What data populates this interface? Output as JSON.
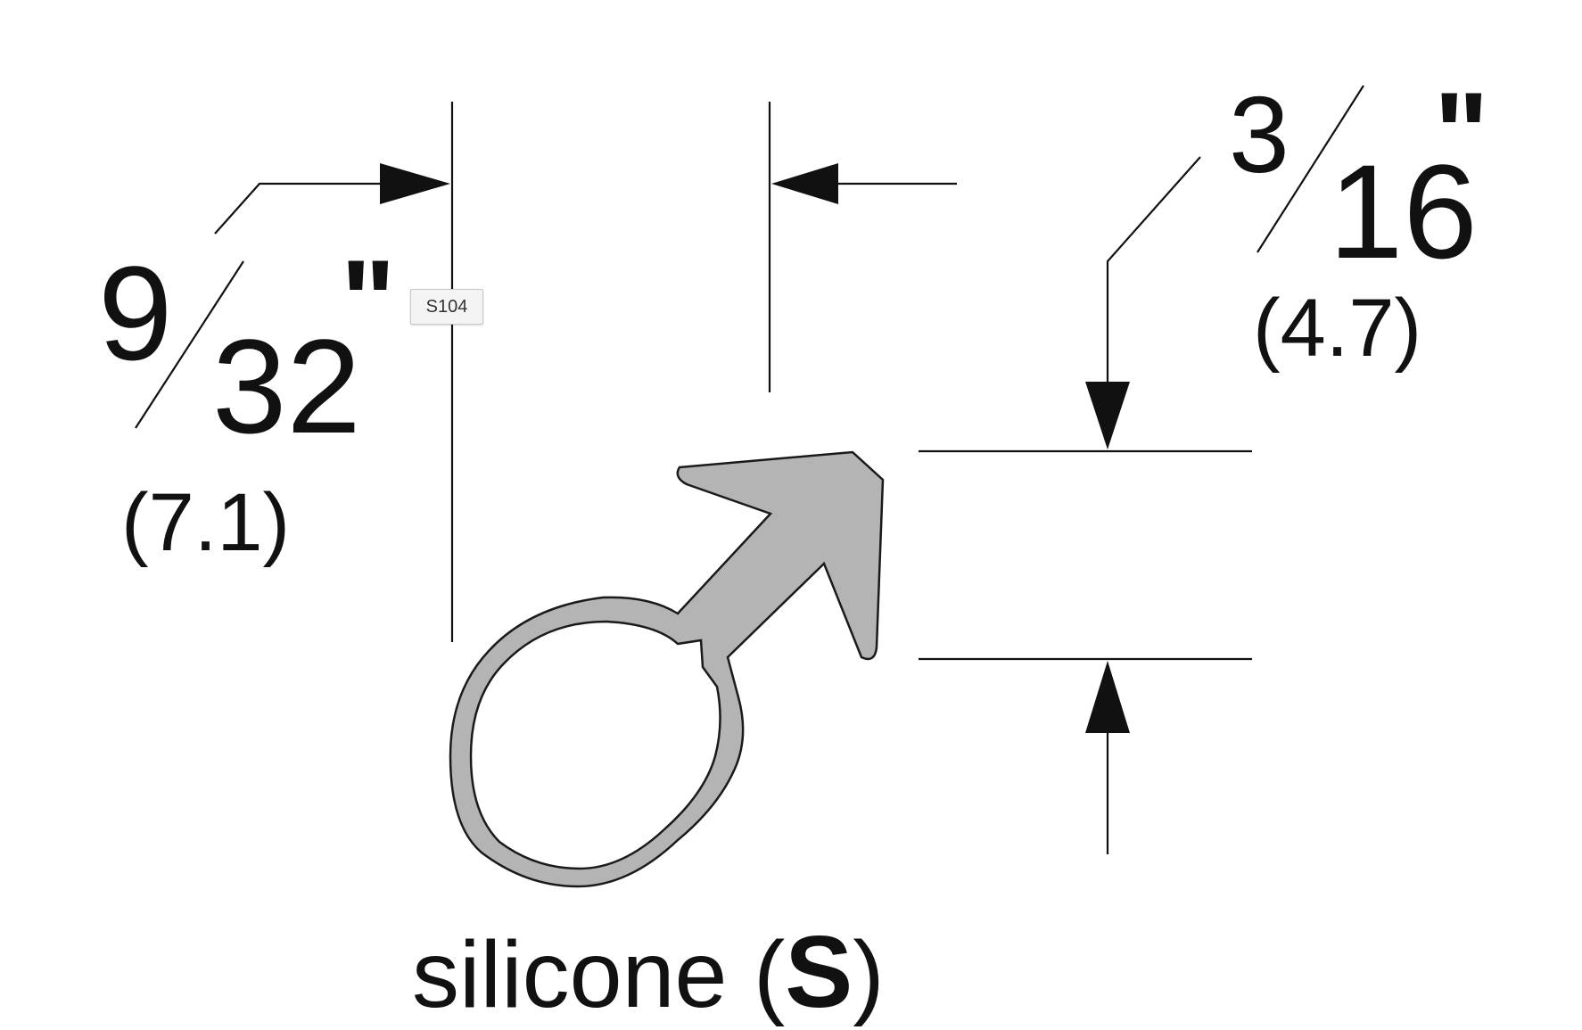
{
  "diagram": {
    "part_code": "S104",
    "width_dimension": {
      "numerator": "9",
      "denominator": "32",
      "inch_mark": "\"",
      "metric": "(7.1)"
    },
    "height_dimension": {
      "numerator": "3",
      "denominator": "16",
      "inch_mark": "\"",
      "metric": "(4.7)"
    },
    "material": {
      "word": "silicone",
      "open_paren": "(",
      "code": "S",
      "close_paren": ")"
    },
    "colors": {
      "line": "#111111",
      "profile_fill": "#b4b4b4",
      "background": "#ffffff"
    }
  }
}
